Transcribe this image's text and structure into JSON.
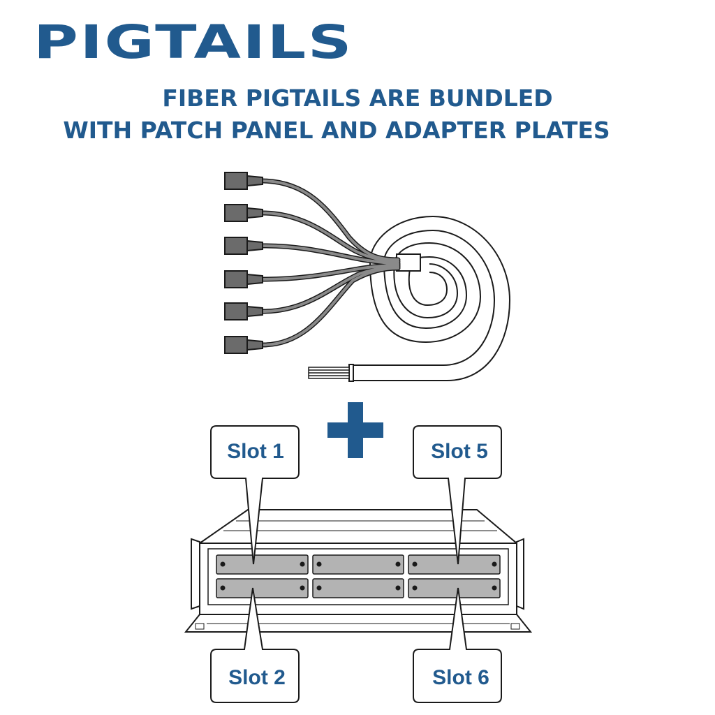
{
  "title": "PIGTAILS",
  "subtitle": {
    "line1": "FIBER PIGTAILS ARE BUNDLED",
    "line2": "WITH PATCH PANEL AND ADAPTER PLATES"
  },
  "plus_symbol": "+",
  "slots": [
    {
      "label": "Slot 1"
    },
    {
      "label": "Slot 2"
    },
    {
      "label": "Slot 5"
    },
    {
      "label": "Slot 6"
    }
  ],
  "colors": {
    "brand_blue": "#215a8e",
    "connector_gray": "#6b6b6b",
    "plate_gray": "#b3b3b3",
    "outline": "#1a1a1a"
  },
  "icons": [
    "fiber-pigtail-bundle-icon",
    "plus-icon",
    "patch-panel-icon"
  ]
}
